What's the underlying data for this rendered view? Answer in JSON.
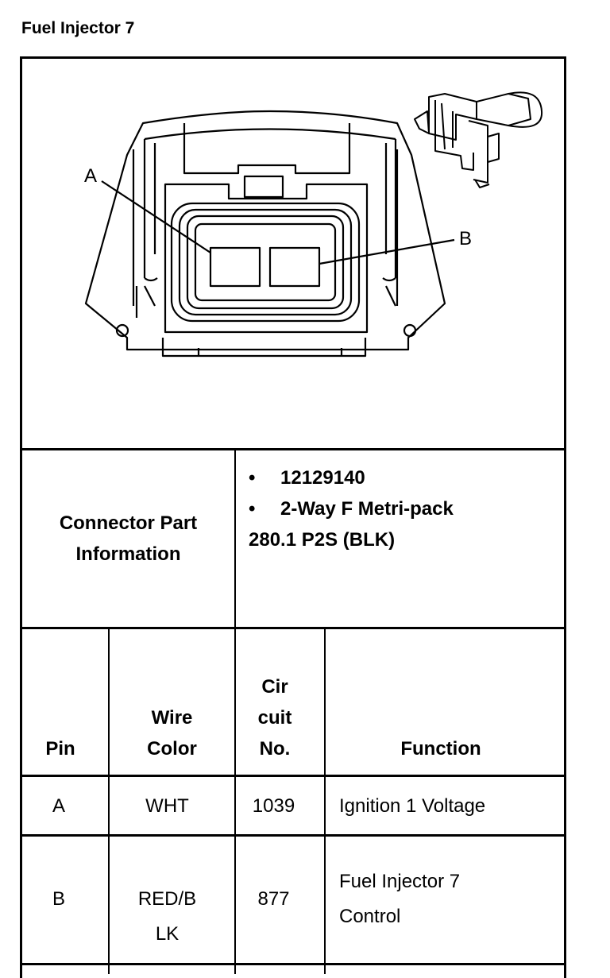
{
  "title": "Fuel Injector 7",
  "callouts": {
    "a": "A",
    "b": "B"
  },
  "connector_info": {
    "label_line1": "Connector Part",
    "label_line2": "Information",
    "bullet_glyph": "•",
    "part_number": "12129140",
    "description_line1": "2-Way F Metri-pack",
    "description_line2": "280.1 P2S (BLK)"
  },
  "table": {
    "headers": {
      "pin": "Pin",
      "wire_color_1": "Wire",
      "wire_color_2": "Color",
      "circuit_1": "Cir",
      "circuit_2": "cuit",
      "circuit_3": "No.",
      "function": "Function"
    },
    "rows": [
      {
        "pin": "A",
        "wire_color_1": "WHT",
        "wire_color_2": "",
        "circuit": "1039",
        "function_1": "Ignition 1 Voltage",
        "function_2": ""
      },
      {
        "pin": "B",
        "wire_color_1": "RED/B",
        "wire_color_2": "LK",
        "circuit": "877",
        "function_1": "Fuel Injector 7",
        "function_2": "Control"
      }
    ]
  }
}
